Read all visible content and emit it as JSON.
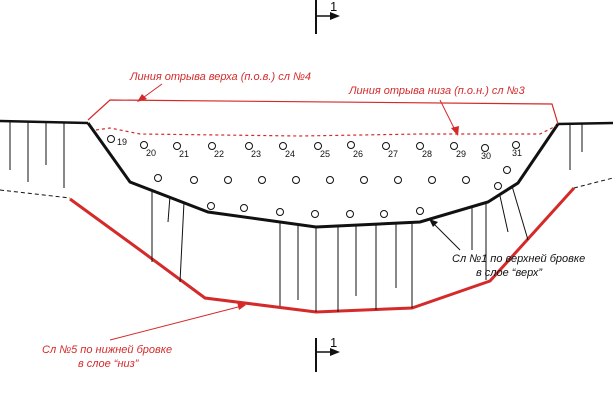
{
  "section_marks": {
    "top": "1",
    "bottom": "1"
  },
  "labels": {
    "upper_break_line": "Линия отрыва верха (п.о.в.) сл №4",
    "lower_break_line": "Линия отрыва низа (п.о.н.) сл №3",
    "layer1_line1": "Сл №1 по верхней бровке",
    "layer1_line2": "в слое “верх”",
    "layer5_line1": "Сл №5 по нижней бровке",
    "layer5_line2": "в слое “низ”"
  },
  "hole_numbers": [
    "19",
    "20",
    "21",
    "22",
    "23",
    "24",
    "25",
    "26",
    "27",
    "28",
    "29",
    "30",
    "31"
  ],
  "colors": {
    "red": "#d42a2a",
    "black": "#111111"
  }
}
